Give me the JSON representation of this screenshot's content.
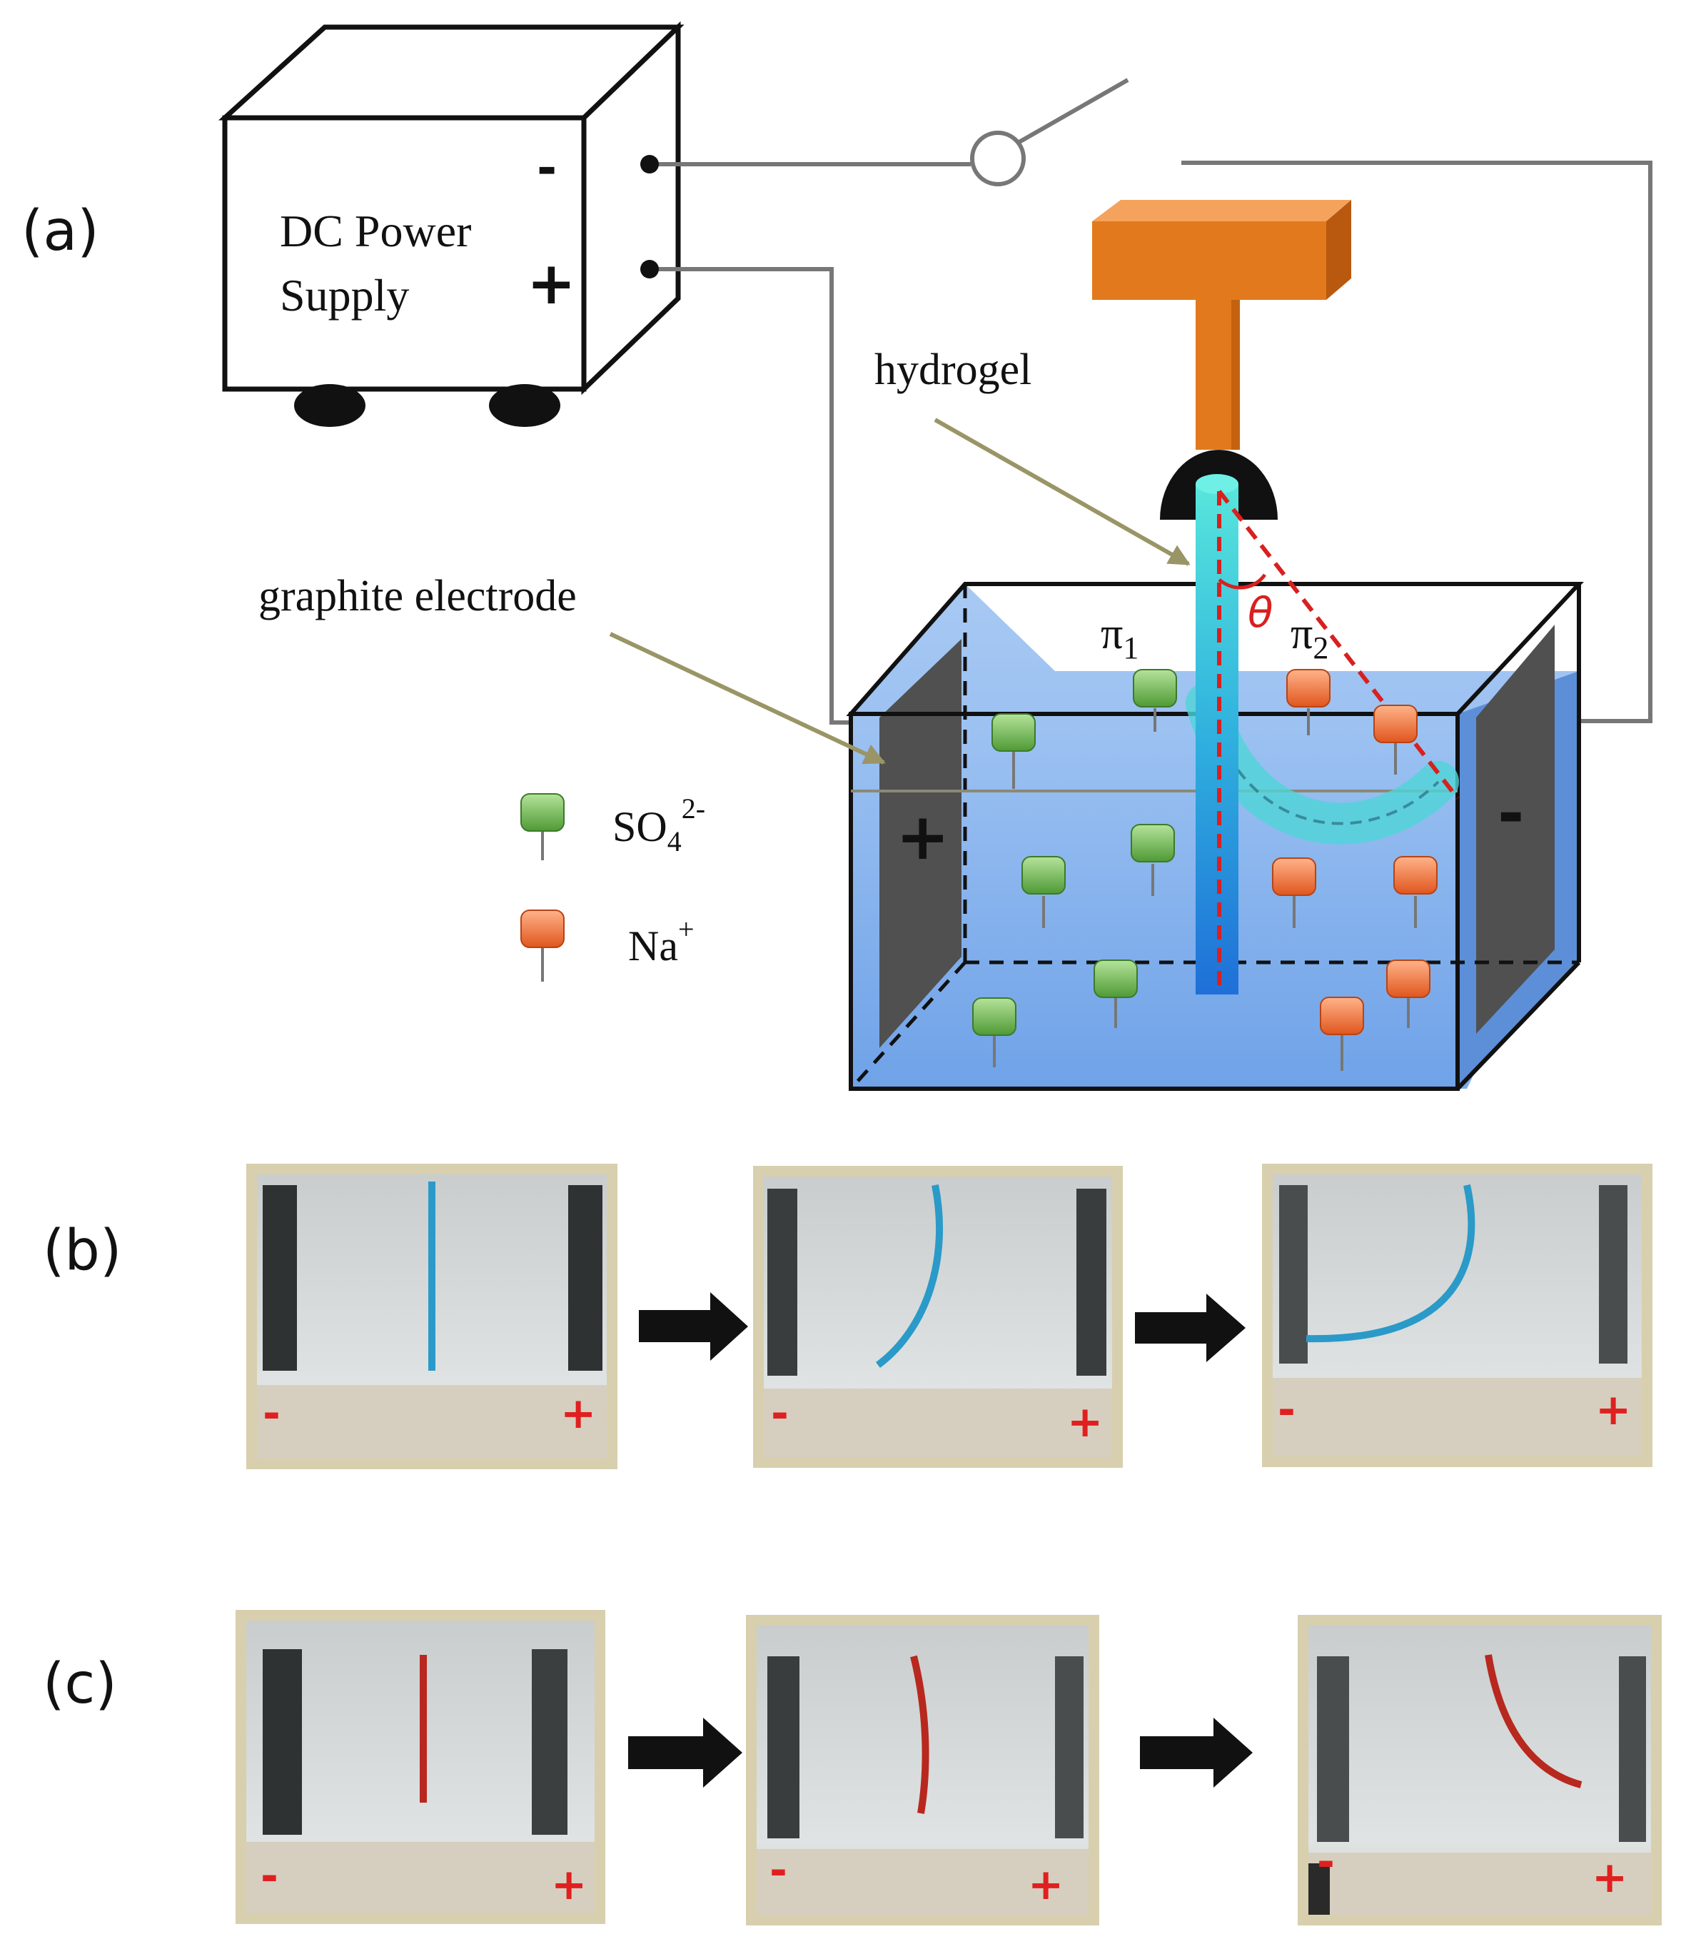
{
  "panel_labels": {
    "a": "(a)",
    "b": "(b)",
    "c": "(c)"
  },
  "power_supply": {
    "line1": "DC Power",
    "line2": "Supply",
    "minus": "-",
    "plus": "+"
  },
  "labels": {
    "hydrogel": "hydrogel",
    "graphite_electrode": "graphite electrode",
    "pi1": "π",
    "pi1_sub": "1",
    "pi2": "π",
    "pi2_sub": "2",
    "theta": "θ"
  },
  "electrode_signs": {
    "left": "+",
    "right": "-"
  },
  "legend": [
    {
      "ion": "SO",
      "sub": "4",
      "sup": "2-",
      "color": "#7fc060"
    },
    {
      "ion": "Na",
      "sub": "",
      "sup": "+",
      "color": "#f07a3a"
    }
  ],
  "photo_signs": {
    "b": [
      {
        "left": "-",
        "right": "+"
      },
      {
        "left": "-",
        "right": "+"
      },
      {
        "left": "-",
        "right": "+"
      }
    ],
    "c": [
      {
        "left": "-",
        "right": "+"
      },
      {
        "left": "-",
        "right": "+"
      },
      {
        "left": "-",
        "right": "+"
      }
    ]
  },
  "colors": {
    "orange_holder": "#e27a1d",
    "liquid": "#7fb0ee",
    "hydrogel_b": "#2a9ac8",
    "hydrogel_c": "#b8281e",
    "sign_red": "#e02020"
  }
}
